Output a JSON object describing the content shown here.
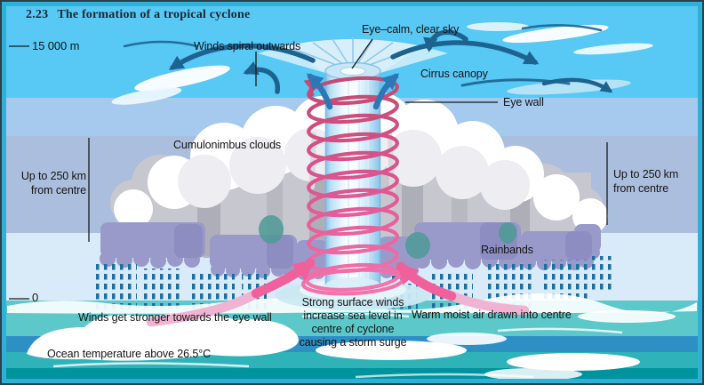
{
  "figure": {
    "number": "2.23",
    "title": "The formation of a tropical cyclone"
  },
  "scale": {
    "altitude_top": "15 000 m",
    "altitude_zero": "0"
  },
  "extent": {
    "left": [
      "Up to 250 km",
      "from centre"
    ],
    "right": [
      "Up to 250 km",
      "from centre"
    ]
  },
  "labels": {
    "winds_spiral_outwards": "Winds spiral outwards",
    "eye": "Eye–calm, clear sky",
    "cirrus_canopy": "Cirrus canopy",
    "eye_wall": "Eye wall",
    "cumulonimbus": "Cumulonimbus clouds",
    "rainbands": "Rainbands",
    "winds_get_stronger": "Winds get stronger towards the eye wall",
    "storm_surge": [
      "Strong surface winds",
      "increase sea level in",
      "centre of cyclone",
      "causing a storm surge"
    ],
    "warm_moist_air": "Warm moist air drawn into centre",
    "ocean_temperature": "Ocean temperature above 26.5°C"
  },
  "colors": {
    "sky_top": "#58C8F4",
    "sky_band2": "#A6C9EE",
    "sky_band3": "#ABBEDD",
    "sky_band4": "#D9EAF9",
    "sea_teal": "#5CC8CA",
    "sea_blue": "#2E8FC5",
    "sea_mid": "#2FB3B8",
    "sea_dark": "#00939E",
    "border_teal": "#2FB0D6",
    "cloud_base_lavender": "#9A9ACA",
    "rain_blue": "#1E6F9F",
    "spiral_pink": "#DD5590",
    "arrow_navy": "#1D6390",
    "arrow_updraft_blue": "#2D77B5",
    "arrow_pink": "#F0619C"
  }
}
